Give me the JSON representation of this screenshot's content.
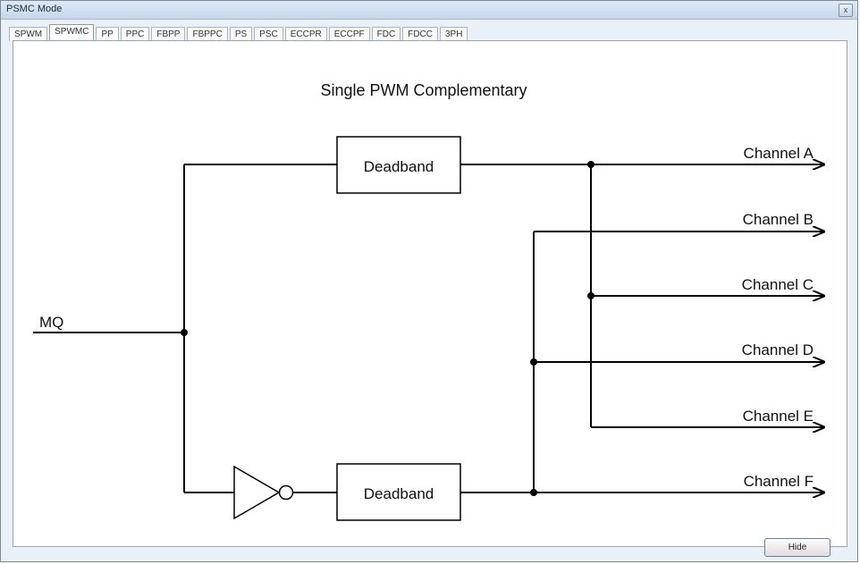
{
  "window": {
    "title": "PSMC Mode",
    "close_label": "x"
  },
  "tabs": [
    {
      "label": "SPWM"
    },
    {
      "label": "SPWMC"
    },
    {
      "label": "PP"
    },
    {
      "label": "PPC"
    },
    {
      "label": "FBPP"
    },
    {
      "label": "FBPPC"
    },
    {
      "label": "PS"
    },
    {
      "label": "PSC"
    },
    {
      "label": "ECCPR"
    },
    {
      "label": "ECCPF"
    },
    {
      "label": "FDC"
    },
    {
      "label": "FDCC"
    },
    {
      "label": "3PH"
    }
  ],
  "active_tab": "SPWMC",
  "diagram": {
    "title": "Single PWM Complementary",
    "input_label": "MQ",
    "deadband_top": "Deadband",
    "deadband_bottom": "Deadband",
    "channels": [
      "Channel A",
      "Channel B",
      "Channel C",
      "Channel D",
      "Channel E",
      "Channel F"
    ]
  },
  "buttons": {
    "hide_label": "Hide"
  }
}
